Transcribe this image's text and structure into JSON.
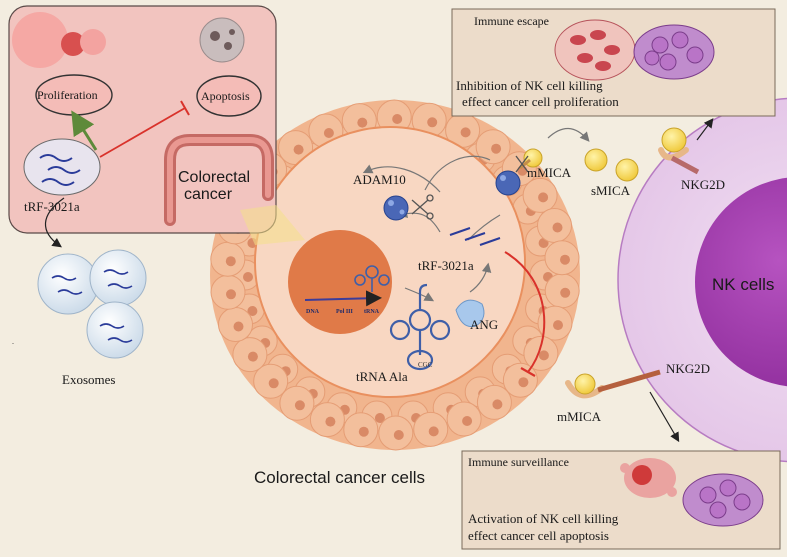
{
  "inset_top_left": {
    "proliferation": "Proliferation",
    "apoptosis": "Apoptosis",
    "trf": "tRF-3021a",
    "organ_line1": "Colorectal",
    "organ_line2": "cancer"
  },
  "exosomes": "Exosomes",
  "main_cell": {
    "adam10": "ADAM10",
    "trf": "tRF-3021a",
    "ang": "ANG",
    "trna": "tRNA Ala",
    "cgc": "CGC",
    "dna": "DNA",
    "pol": "Pol III",
    "trna_small": "tRNA",
    "caption": "Colorectal cancer cells"
  },
  "ligands": {
    "mmica_top": "mMICA",
    "smica": "sMICA",
    "mmica_bottom": "mMICA"
  },
  "nk": {
    "label": "NK cells",
    "receptor_top": "NKG2D",
    "receptor_bottom": "NKG2D"
  },
  "escape_box": {
    "title": "Immune escape",
    "line1": "Inhibition of NK cell killing",
    "line2": "effect cancer cell proliferation"
  },
  "surveillance_box": {
    "title": "Immune surveillance",
    "line1": "Activation of NK cell killing",
    "line2": "effect cancer cell apoptosis"
  },
  "colors": {
    "background": "#f3ede0",
    "inset_fill": "#f2c4bf",
    "box_fill": "#ecdcca",
    "tumor": "#f1b58e",
    "nucleus": "#e07a48",
    "nk_outer": "#ead3ec",
    "nk_nucleus": "#a640b0",
    "inhibit_red": "#d9322b",
    "promote_green": "#5e8a3a",
    "mica_yellow": "#f8db5c"
  }
}
